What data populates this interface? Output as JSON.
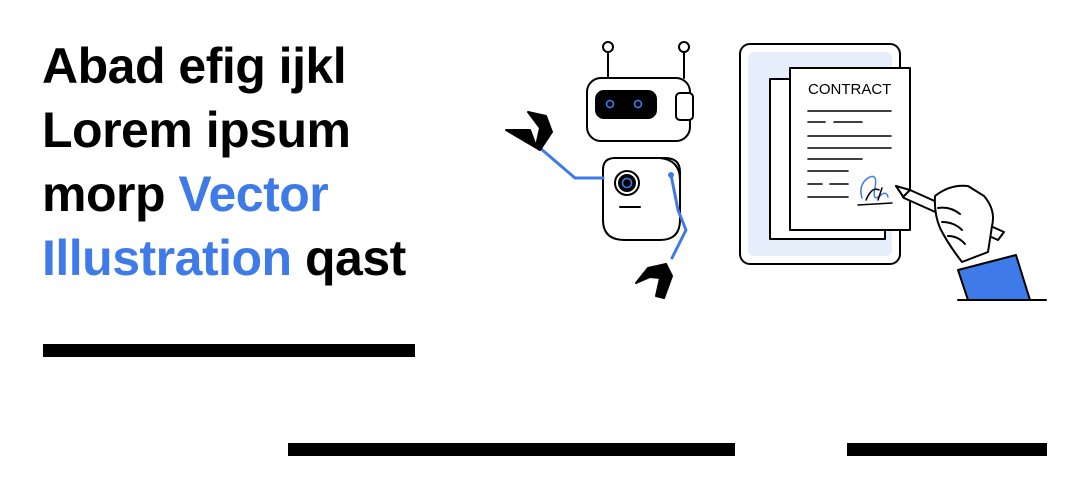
{
  "headline": {
    "line1": "Abad efig ijkl",
    "line2": "Lorem ipsum",
    "line3_plain": "morp ",
    "line3_accent": "Vector",
    "line4_accent": "Illustration",
    "line4_plain": " qast"
  },
  "illustration": {
    "document_title": "CONTRACT",
    "icons": [
      "robot-icon",
      "contract-document-icon",
      "hand-with-pen-icon",
      "signature-icon"
    ]
  },
  "colors": {
    "accent": "#3f7be8",
    "text": "#000000",
    "panel": "#e6eefb",
    "background": "#ffffff"
  }
}
